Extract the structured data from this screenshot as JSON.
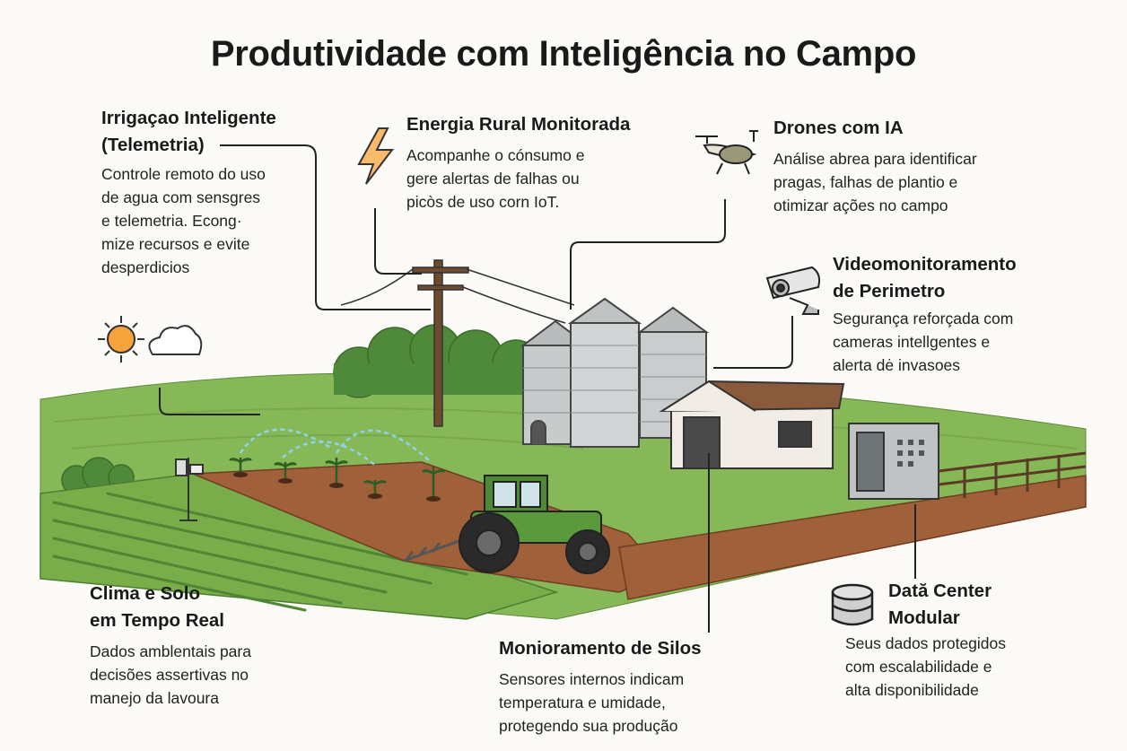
{
  "title": "Produtividade com Inteligência no Campo",
  "features": {
    "irrigacao": {
      "icon": "sprinkler-icon",
      "title": [
        "Irrigaçao Inteligente",
        "(Telemetria)"
      ],
      "body": [
        "Controle remoto do uso",
        "de agua com sensgres",
        "e telemetria. Econg·",
        "mize recursos e evite",
        "desperdicios"
      ]
    },
    "energia": {
      "icon": "lightning-bolt-icon",
      "title": [
        "Energia Rural Monitorada"
      ],
      "body": [
        "Acompanhe o cónsumo e",
        "gere alertas de falhas ou",
        "picòs de uso corn IoT."
      ]
    },
    "drones": {
      "icon": "drone-icon",
      "title": [
        "Drones com IA"
      ],
      "body": [
        "Análise abrea para identificar",
        "pragas, falhas de plantio e",
        "otimizar ações no campo"
      ]
    },
    "video": {
      "icon": "security-camera-icon",
      "title": [
        "Videomonitoramento",
        "de Perimetro"
      ],
      "body": [
        "Segurança reforçada com",
        "cameras intellgentes e",
        "alerta dė invasoes"
      ]
    },
    "clima": {
      "icon": "sun-cloud-icon",
      "title": [
        "Clima e Solo",
        "em Tempo Real"
      ],
      "body": [
        "Dados amblentais para",
        "decisões assertivas no",
        "manejo da lavoura"
      ]
    },
    "silos": {
      "icon": "silo-icon",
      "title": [
        "Monioramento de Silos"
      ],
      "body": [
        "Sensores internos indicam",
        "temperatura e umidade,",
        "protegendo sua produção"
      ]
    },
    "datacenter": {
      "icon": "database-icon",
      "title": [
        "Dată Center",
        "Modular"
      ],
      "body": [
        "Seus dados protegidos",
        "com escalabilidade e",
        "alta disponibilidade"
      ]
    }
  },
  "colors": {
    "background": "#fbfaf6",
    "field": "#7fb04f",
    "soil": "#9a5a35",
    "bolt": "#f7b96a"
  }
}
